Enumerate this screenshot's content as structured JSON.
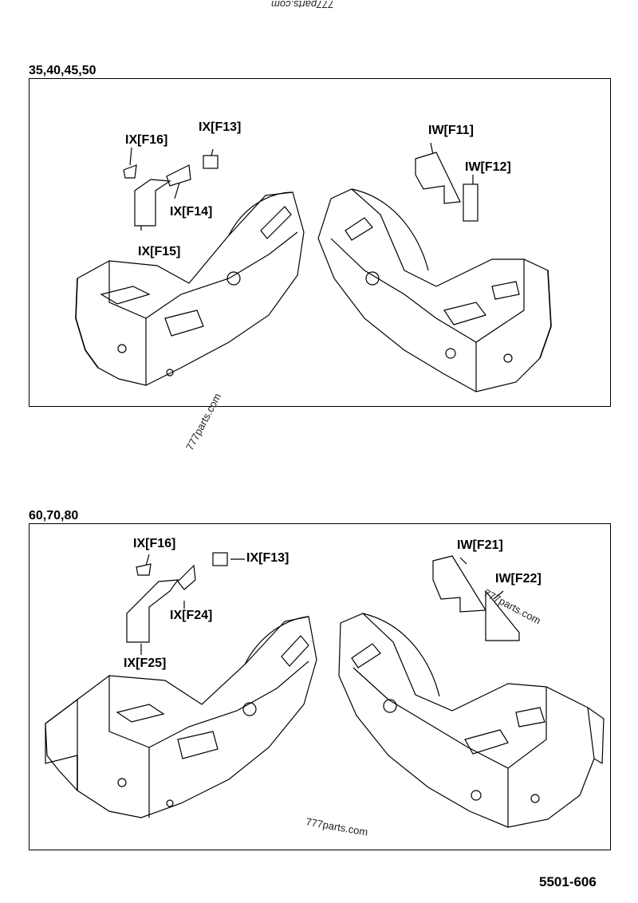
{
  "watermark_top": "777parts.com",
  "watermark_middle": "777parts.com",
  "drawing_number": "5501-606",
  "sections": [
    {
      "title": "35,40,45,50",
      "callouts": [
        "IX[F16]",
        "IX[F13]",
        "IX[F14]",
        "IX[F15]",
        "IW[F11]",
        "IW[F12]"
      ]
    },
    {
      "title": "60,70,80",
      "callouts": [
        "IX[F16]",
        "IX[F13]",
        "IX[F24]",
        "IX[F25]",
        "IW[F21]",
        "IW[F22]"
      ],
      "watermarks": [
        "777parts.com",
        "777parts.com"
      ]
    }
  ]
}
